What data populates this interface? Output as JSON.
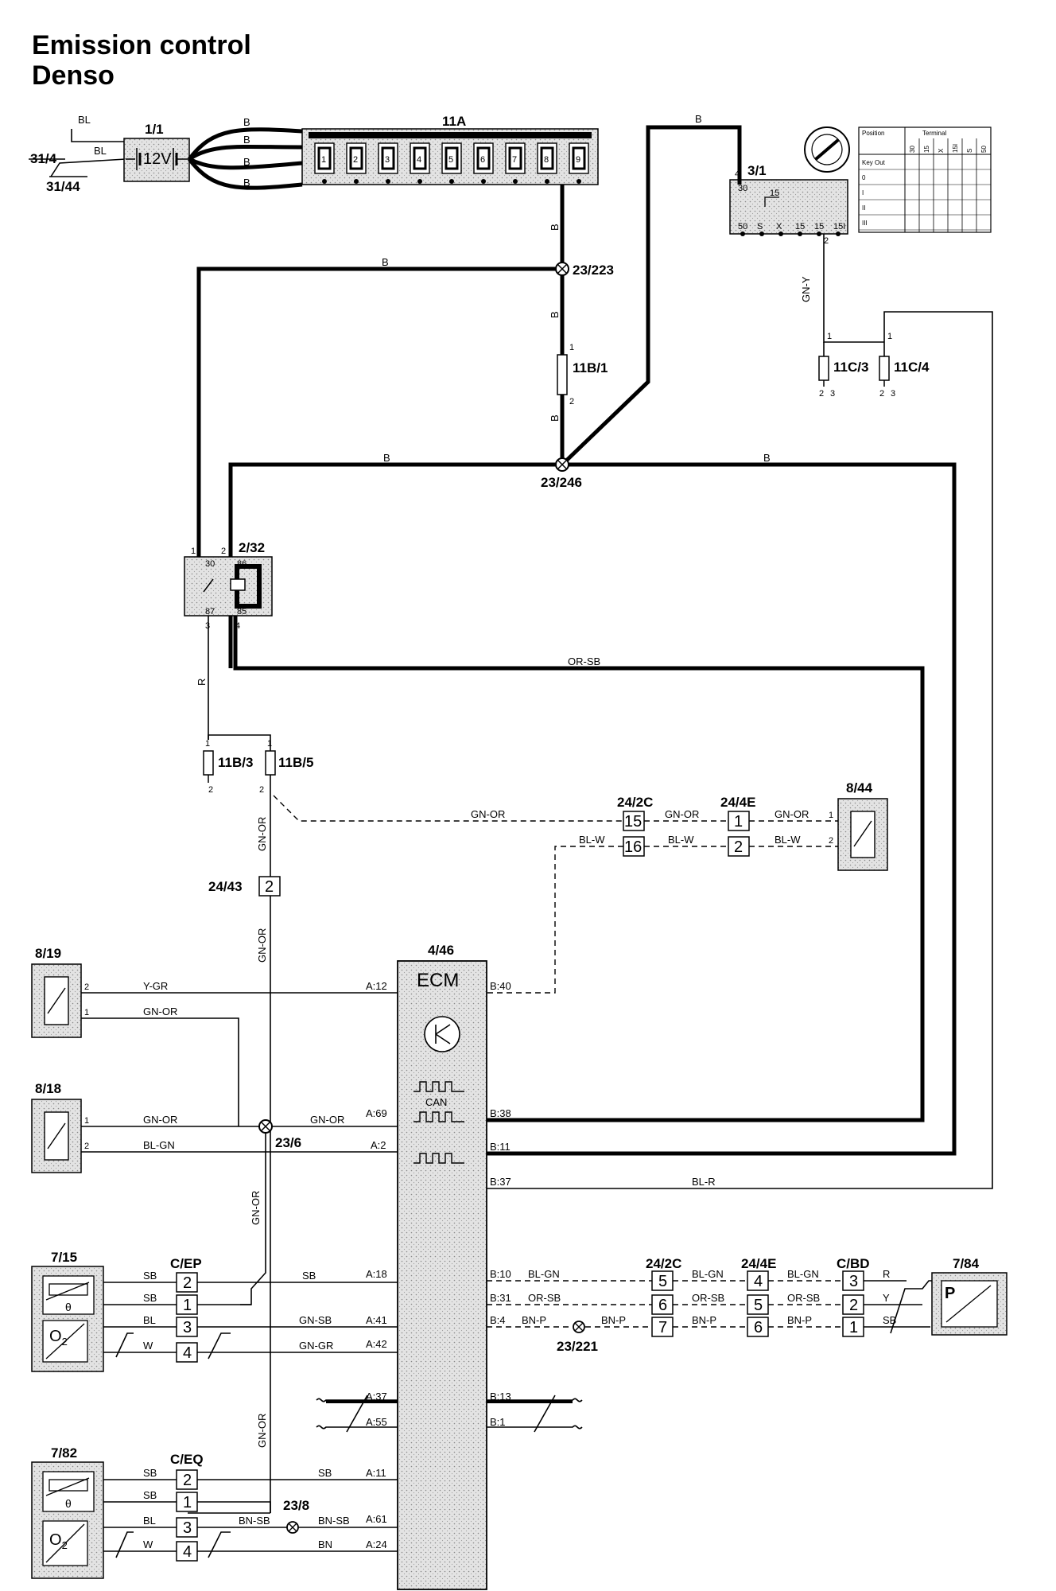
{
  "title": {
    "line1": "Emission control",
    "line2": "Denso"
  },
  "components": {
    "battery": {
      "id": "1/1",
      "voltage": "12V"
    },
    "fusebox": {
      "id": "11A",
      "fuses": [
        "1",
        "2",
        "3",
        "4",
        "5",
        "6",
        "7",
        "8",
        "9"
      ]
    },
    "ground_a": "31/4",
    "ground_b": "31/44",
    "ignition_switch": {
      "id": "3/1",
      "term_top": "30",
      "term_mid": "15",
      "terminals": [
        "50",
        "S",
        "X",
        "15",
        "15",
        "15I"
      ],
      "out_pin": "2",
      "pin_top": "4",
      "table": {
        "h_position": "Position",
        "h_terminal": "Terminal",
        "cols": [
          "30",
          "15",
          "X",
          "15I",
          "S",
          "50"
        ],
        "rows": [
          "Key Out",
          "0",
          "I",
          "II",
          "III"
        ]
      }
    },
    "splice_223": "23/223",
    "fuse_11b1": {
      "id": "11B/1",
      "pin1": "1",
      "pin2": "2"
    },
    "splice_246": "23/246",
    "fuse_11c3": {
      "id": "11C/3",
      "pin1": "1",
      "pin2": "2",
      "pin3": "3"
    },
    "fuse_11c4": {
      "id": "11C/4",
      "pin1": "1",
      "pin2": "2",
      "pin3": "3"
    },
    "relay": {
      "id": "2/32",
      "pin1": "1",
      "pin2": "2",
      "pin3": "3",
      "pin4": "4",
      "t30": "30",
      "t86": "86",
      "t87": "87",
      "t85": "85"
    },
    "fuse_11b3": {
      "id": "11B/3",
      "pin1": "1",
      "pin2": "2"
    },
    "fuse_11b5": {
      "id": "11B/5",
      "pin1": "1",
      "pin2": "2"
    },
    "conn_24_43": {
      "id": "24/43",
      "pin": "2"
    },
    "conn_24_2c_top": {
      "id": "24/2C",
      "pins": [
        "15",
        "16"
      ]
    },
    "conn_24_4e_top": {
      "id": "24/4E",
      "pins": [
        "1",
        "2"
      ]
    },
    "sensor_8_44": {
      "id": "8/44",
      "pins": [
        "1",
        "2"
      ]
    },
    "ecm": {
      "id": "4/46",
      "label": "ECM",
      "can": "CAN"
    },
    "sensor_8_19": {
      "id": "8/19",
      "pins": [
        "2",
        "1"
      ]
    },
    "sensor_8_18": {
      "id": "8/18",
      "pins": [
        "1",
        "2"
      ]
    },
    "splice_23_6": "23/6",
    "sensor_7_15": {
      "id": "7/15",
      "o2": "O",
      "o2sub": "2"
    },
    "conn_cep": {
      "id": "C/EP",
      "pins": [
        "2",
        "1",
        "3",
        "4"
      ]
    },
    "conn_24_2c_bot": {
      "id": "24/2C",
      "pins": [
        "5",
        "6",
        "7"
      ]
    },
    "conn_24_4e_bot": {
      "id": "24/4E",
      "pins": [
        "4",
        "5",
        "6"
      ]
    },
    "conn_cbd": {
      "id": "C/BD",
      "pins": [
        "3",
        "2",
        "1"
      ]
    },
    "sensor_7_84": {
      "id": "7/84",
      "symbol": "P"
    },
    "splice_221": "23/221",
    "sensor_7_82": {
      "id": "7/82",
      "o2": "O",
      "o2sub": "2"
    },
    "conn_ceq": {
      "id": "C/EQ",
      "pins": [
        "2",
        "1",
        "3",
        "4"
      ]
    },
    "splice_23_8": "23/8"
  },
  "wire_labels": {
    "bl": "BL",
    "b": "B",
    "gny": "GN-Y",
    "r": "R",
    "orsb": "OR-SB",
    "gnor": "GN-OR",
    "blw": "BL-W",
    "ygr": "Y-GR",
    "blgn": "BL-GN",
    "blr": "BL-R",
    "sb": "SB",
    "w": "W",
    "gnsb": "GN-SB",
    "gngr": "GN-GR",
    "bnp": "BN-P",
    "y": "Y",
    "bnsb": "BN-SB",
    "bn": "BN"
  },
  "ecm_pins": {
    "a12": "A:12",
    "a69": "A:69",
    "a2": "A:2",
    "a18": "A:18",
    "a41": "A:41",
    "a42": "A:42",
    "a37": "A:37",
    "a55": "A:55",
    "a11": "A:11",
    "a61": "A:61",
    "a24": "A:24",
    "b40": "B:40",
    "b38": "B:38",
    "b11": "B:11",
    "b37": "B:37",
    "b10": "B:10",
    "b31": "B:31",
    "b4": "B:4",
    "b13": "B:13",
    "b1": "B:1"
  }
}
